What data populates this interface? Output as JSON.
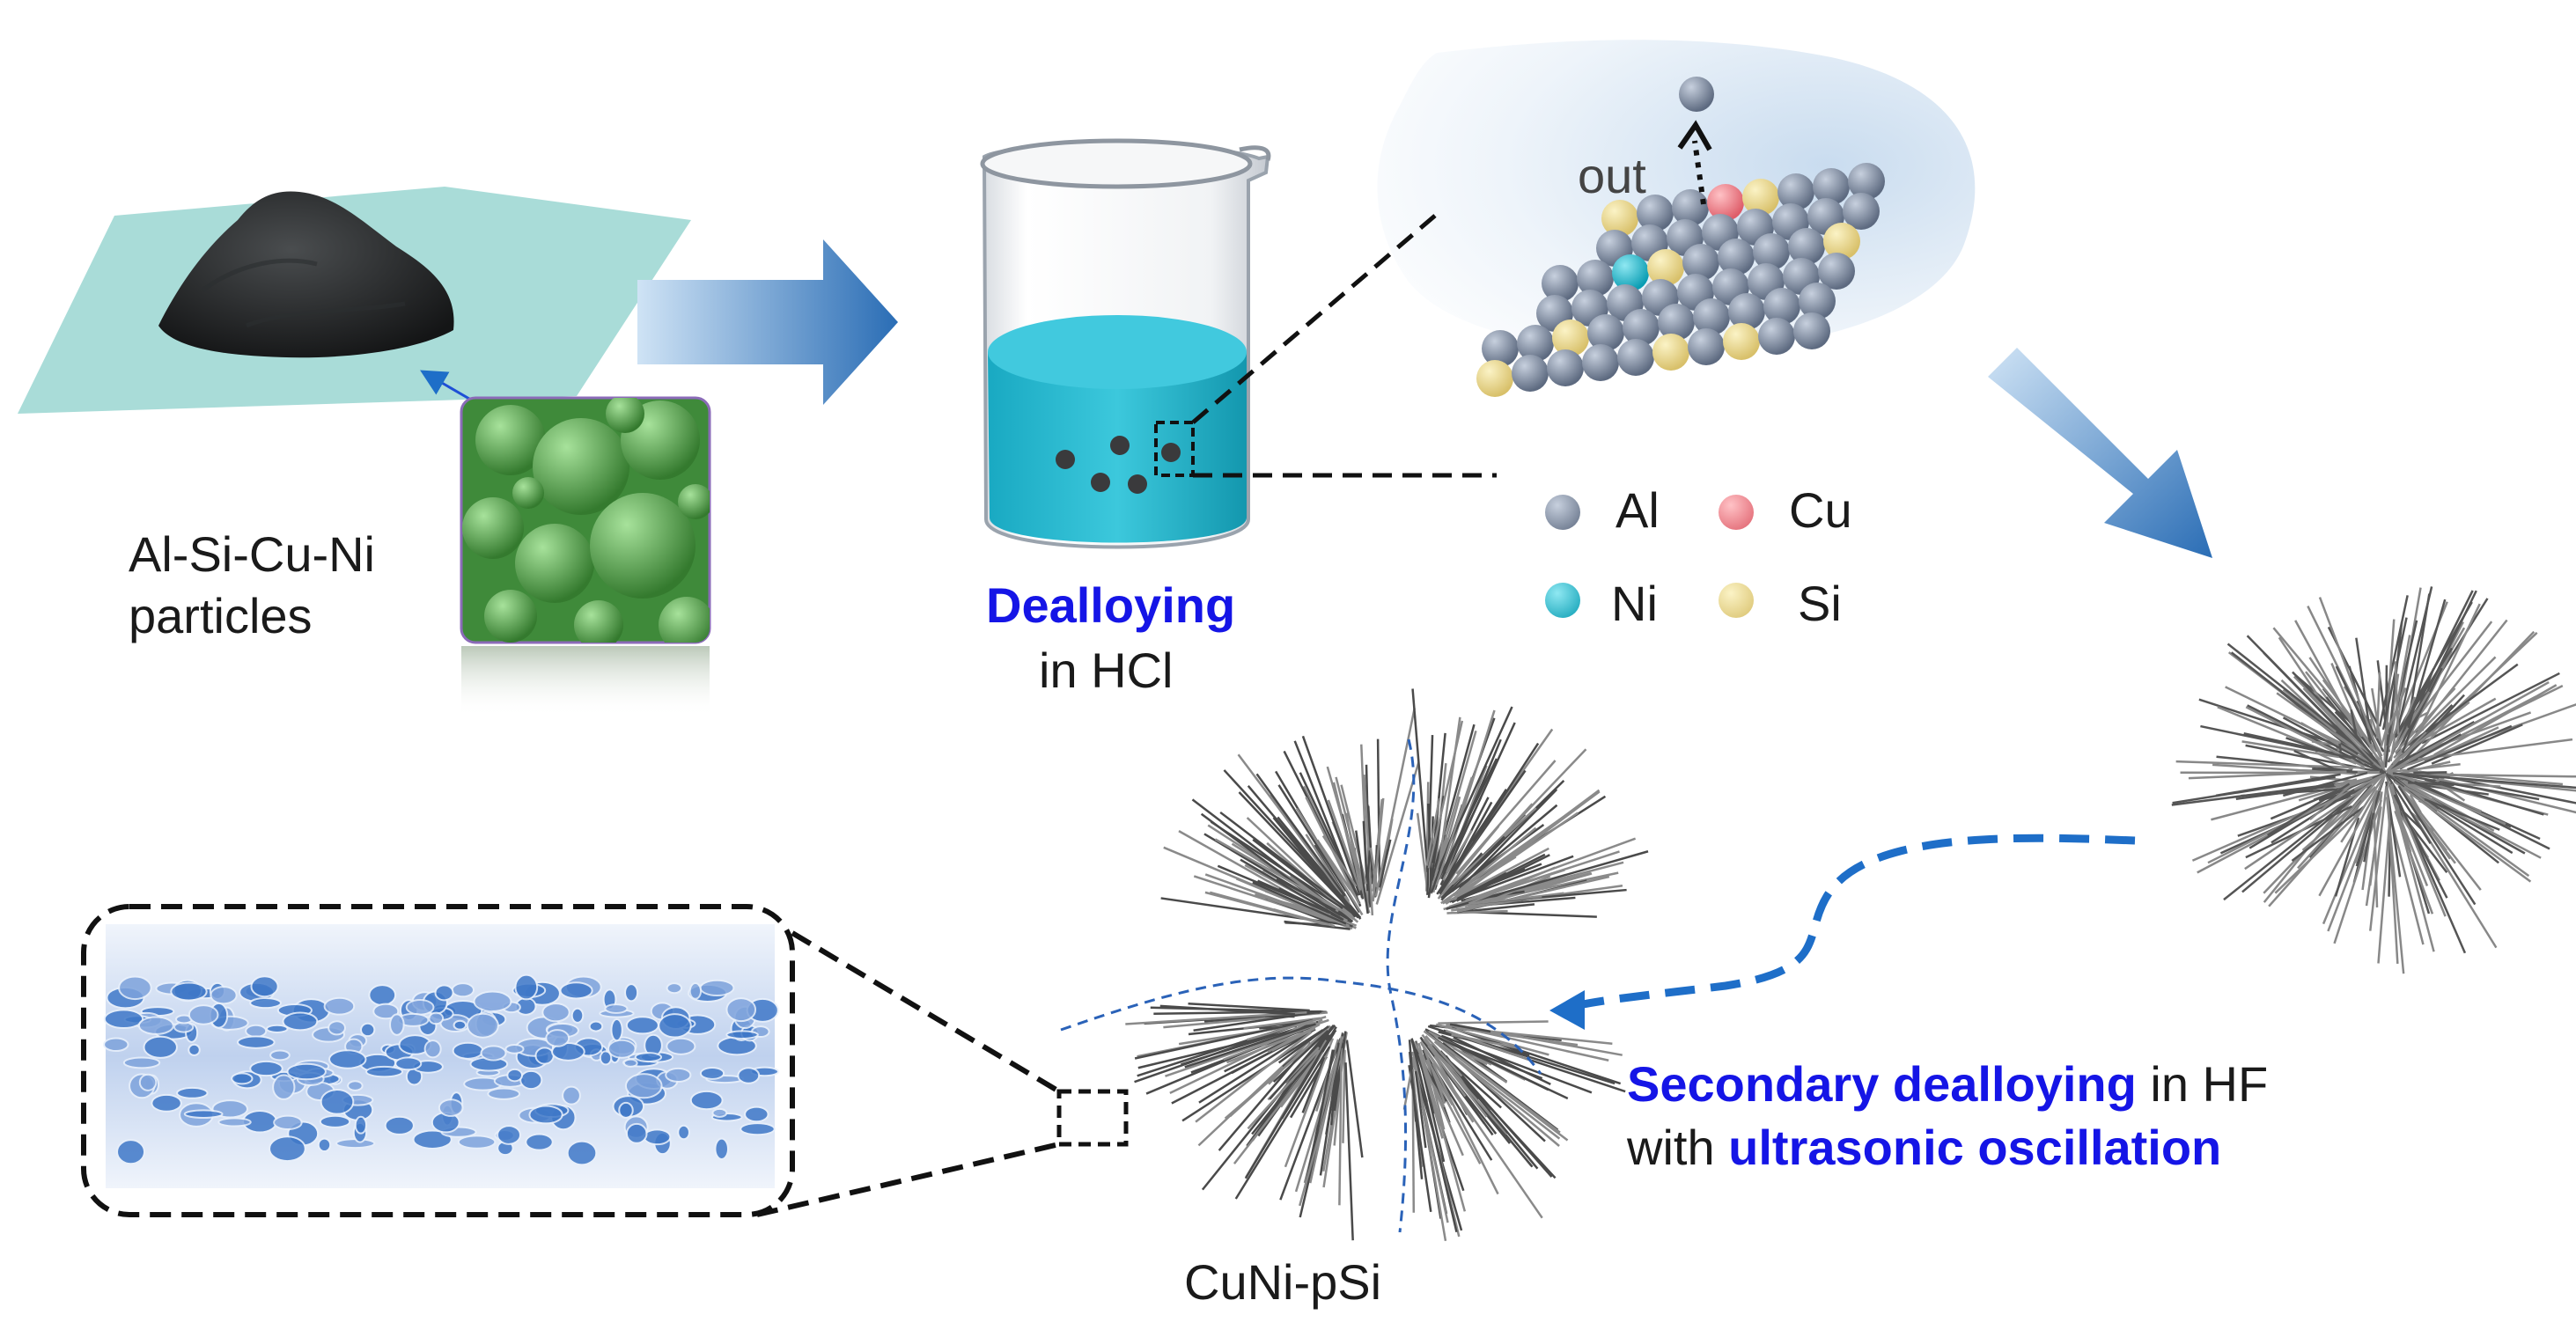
{
  "labels": {
    "particles_line1": "Al-Si-Cu-Ni",
    "particles_line2": "particles",
    "dealloying": "Dealloying",
    "in_hcl": "in HCl",
    "out": "out",
    "product": "CuNi-pSi",
    "secondary_bold": "Secondary dealloying",
    "secondary_rest": " in HF",
    "with": "with ",
    "ultrasonic_bold": "ultrasonic oscillation"
  },
  "legend": [
    {
      "symbol": "Al",
      "color": "#6b7891"
    },
    {
      "symbol": "Cu",
      "color": "#e8707a"
    },
    {
      "symbol": "Ni",
      "color": "#14b4c8"
    },
    {
      "symbol": "Si",
      "color": "#e6d476"
    }
  ],
  "colors": {
    "arrow_blue": "#1e6ec8",
    "liquid": "#1ab6cc",
    "text_blue": "#1515e6",
    "sheet": "#a9dcd8",
    "sem_green": "#4fa34a"
  }
}
